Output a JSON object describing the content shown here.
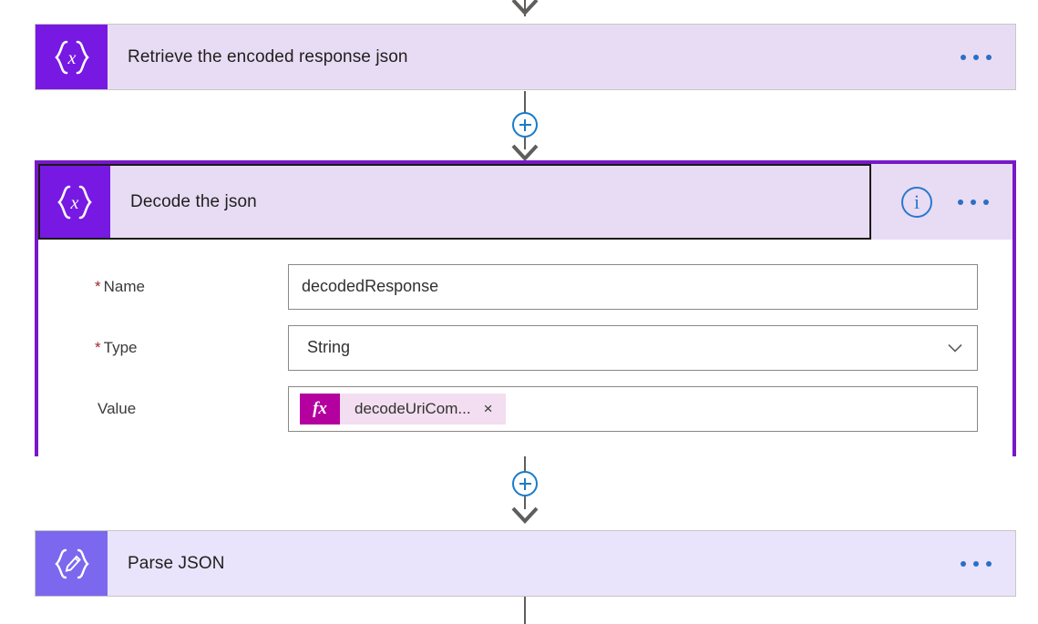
{
  "colors": {
    "card_header_lavender": "#E8DCF4",
    "card_body_periwinkle": "#E9E4FB",
    "variable_icon_purple": "#7719E3",
    "parse_icon_periwinkle": "#7B68EE",
    "selection_border_purple": "#7719C7",
    "accent_blue": "#2B78CC",
    "required_red": "#A4262C",
    "expression_magenta": "#B4009E"
  },
  "connectors": {
    "add_step_label": "+",
    "arrow_label": "arrow-down"
  },
  "steps": [
    {
      "id": "retrieve-encoded-response-json",
      "title": "Retrieve the encoded response json",
      "icon": "initialize-variable-icon",
      "icon_glyph": "{x}",
      "menu_label": "..."
    },
    {
      "id": "decode-the-json",
      "title": "Decode the json",
      "icon": "initialize-variable-icon",
      "icon_glyph": "{x}",
      "menu_label": "...",
      "info_label": "i",
      "selected": true,
      "fields": [
        {
          "label": "Name",
          "required": true,
          "required_marker": "*",
          "type": "text",
          "value": "decodedResponse"
        },
        {
          "label": "Type",
          "required": true,
          "required_marker": "*",
          "type": "dropdown",
          "value": "String"
        },
        {
          "label": "Value",
          "required": false,
          "required_marker": "",
          "type": "token",
          "token": {
            "fx": "fx",
            "text": "decodeUriCom...",
            "remove": "×"
          }
        }
      ]
    },
    {
      "id": "parse-json",
      "title": "Parse JSON",
      "icon": "parse-json-icon",
      "icon_glyph": "{pencil}",
      "menu_label": "..."
    }
  ]
}
